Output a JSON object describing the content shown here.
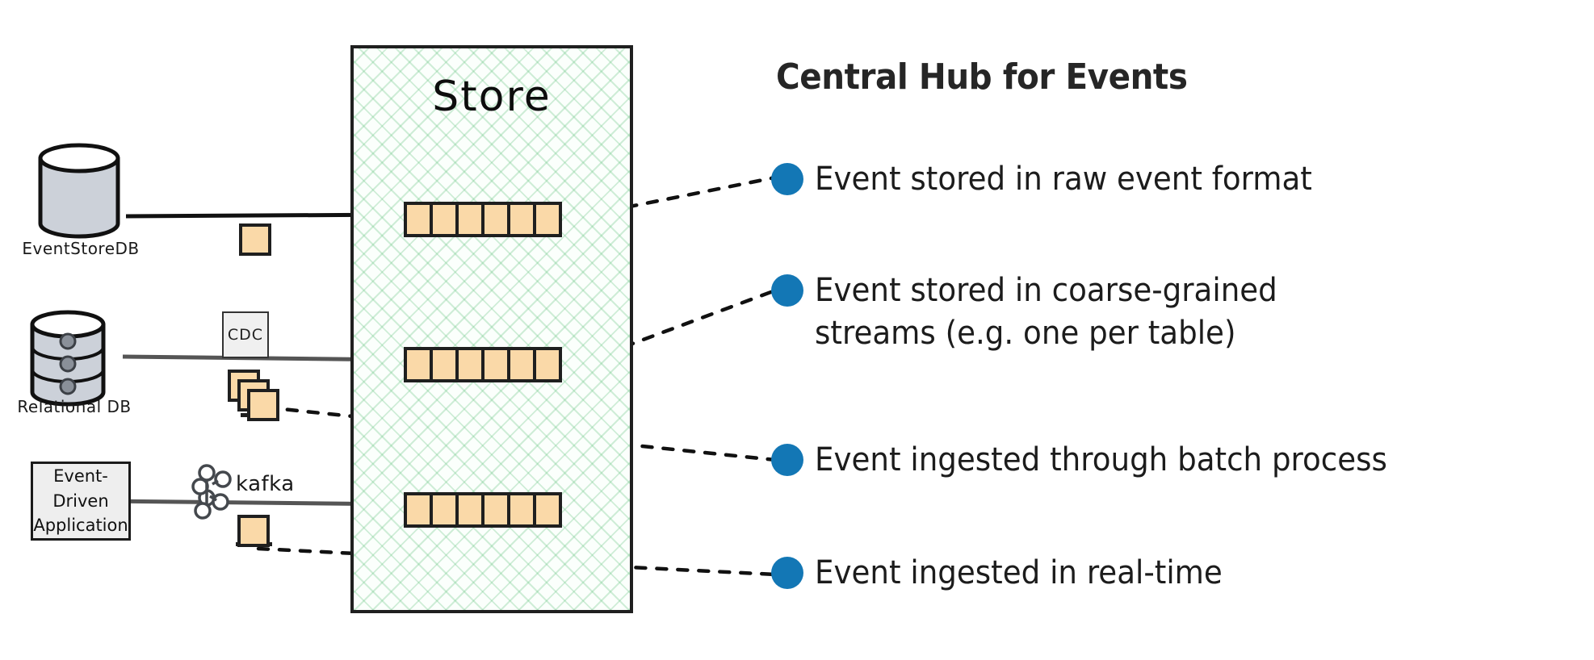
{
  "diagram": {
    "store_panel": {
      "title": "Store",
      "streams": [
        {
          "name": "raw-event-stream",
          "cells": 6,
          "has_trailing_ellipsis": true
        },
        {
          "name": "coarse-grained-stream",
          "cells": 6,
          "has_trailing_ellipsis": false
        },
        {
          "name": "realtime-stream",
          "cells": 6,
          "has_trailing_ellipsis": false
        }
      ]
    },
    "sources": [
      {
        "id": "eventstoredb",
        "label": "EventStoreDB",
        "icon": "database-cylinder-icon",
        "pipeline_icon": "event-square-icon",
        "pipeline_label": ""
      },
      {
        "id": "relational-db",
        "label": "Relational DB",
        "icon": "database-stack-icon",
        "pipeline_icon": "event-square-stack-icon",
        "pipeline_label": "CDC"
      },
      {
        "id": "event-driven-application",
        "label_lines": [
          "Event-",
          "Driven",
          "Application"
        ],
        "icon": "application-box-icon",
        "pipeline_icon": "event-square-icon",
        "pipeline_label": "kafka"
      }
    ]
  },
  "legend": {
    "title": "Central Hub for Events",
    "bullet_color": "#1377b5",
    "items": [
      {
        "text": "Event stored in raw event format"
      },
      {
        "text": "Event stored in coarse-grained\nstreams (e.g. one per table)"
      },
      {
        "text": "Event ingested through batch process"
      },
      {
        "text": "Event ingested in real-time"
      }
    ]
  },
  "colors": {
    "event_square_fill": "#fad9a8",
    "event_square_stroke": "#1f1f1f",
    "store_grid": "#68c482",
    "cylinder_fill": "#ccd1d9",
    "box_fill": "#eeeeee",
    "ink": "#1a1a1a"
  }
}
